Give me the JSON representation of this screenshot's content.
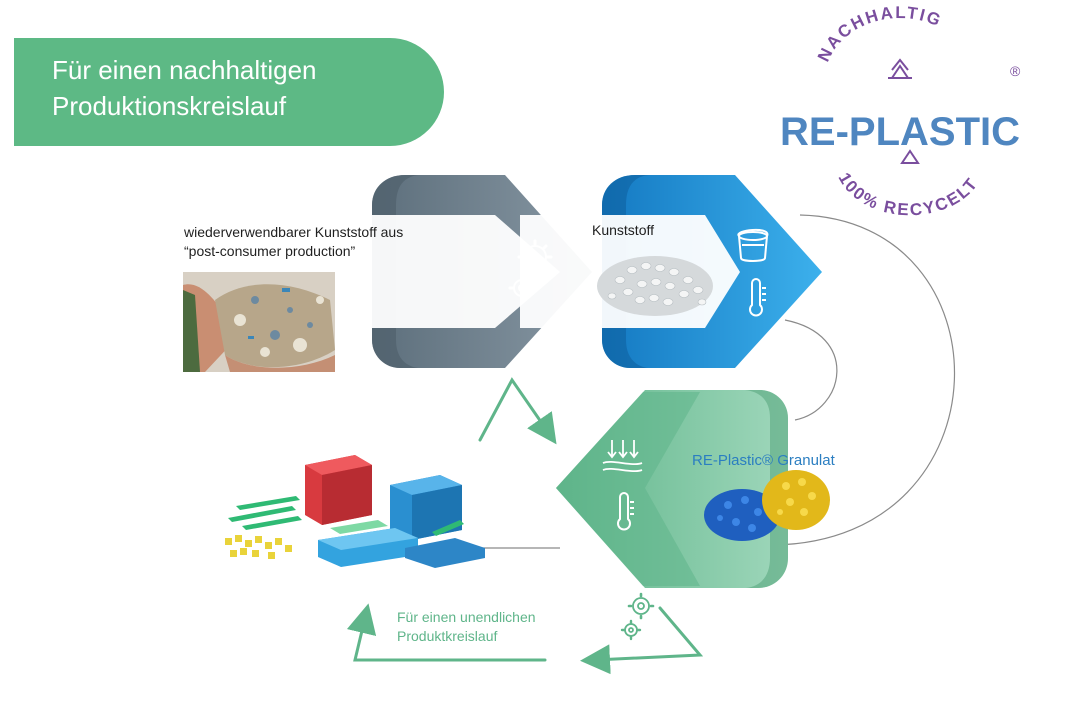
{
  "header": {
    "title_line1": "Für einen nachhaltigen",
    "title_line2": "Produktionskreislauf"
  },
  "badge": {
    "top_text": "NACHHALTIG",
    "brand": "RE-PLASTIC",
    "registered": "®",
    "bottom_text": "100% RECYCELT",
    "color_purple": "#7a4e9e",
    "color_blue": "#4f86c0"
  },
  "stages": {
    "raw": {
      "label_line1": "wiederverwendbarer Kunststoff aus",
      "label_line2": "“post-consumer production”"
    },
    "plastic": {
      "label": "Kunststoff"
    },
    "granulate": {
      "label": "RE-Plastic® Granulat"
    },
    "cycle": {
      "label_line1": "Für einen unendlichen",
      "label_line2": "Produktkreislauf"
    }
  },
  "colors": {
    "green": "#5db985",
    "grey": "#6d7f8c",
    "blue": "#1f8fd6",
    "mint": "#7cc6a2"
  },
  "icons": [
    "gears-icon",
    "paint-bucket-icon",
    "thermometer-icon",
    "cooling-arrows-icon",
    "recycle-icon"
  ]
}
